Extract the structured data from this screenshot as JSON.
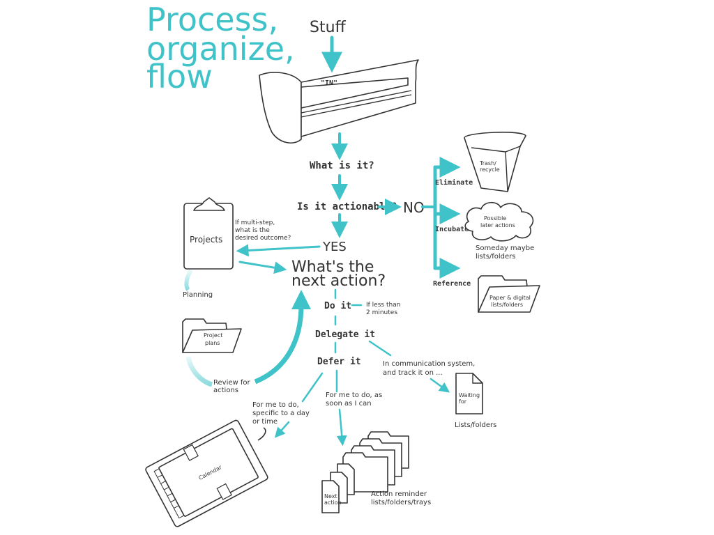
{
  "title": {
    "line1": "Process,",
    "line2": "organize,",
    "line3": "flow"
  },
  "colors": {
    "accent": "#3fc3c9",
    "ink": "#333333"
  },
  "stuff": "Stuff",
  "in_tray": "\"IN\"",
  "what_is_it": "What is it?",
  "is_actionable": "Is it actionable?",
  "no": "NO",
  "yes": "YES",
  "no_branch": {
    "eliminate": "Eliminate",
    "trash_line1": "Trash/",
    "trash_line2": "recycle",
    "incubate": "Incubate",
    "cloud_line1": "Possible",
    "cloud_line2": "later actions",
    "someday_line1": "Someday maybe",
    "someday_line2": "lists/folders",
    "reference": "Reference",
    "ref_line1": "Paper & digital",
    "ref_line2": "lists/folders"
  },
  "projects": {
    "label": "Projects",
    "multi_line1": "If multi-step,",
    "multi_line2": "what is the",
    "multi_line3": "desired outcome?",
    "planning": "Planning",
    "plans_line1": "Project",
    "plans_line2": "plans",
    "review_line1": "Review for",
    "review_line2": "actions"
  },
  "next_action": {
    "line1": "What's the",
    "line2": "next action?"
  },
  "do_it": "Do it",
  "do_note_line1": "If less than",
  "do_note_line2": "2 minutes",
  "delegate_it": "Delegate it",
  "delegate_note_line1": "In communication system,",
  "delegate_note_line2": "and track it on ...",
  "waiting_line1": "Waiting",
  "waiting_line2": "for",
  "lists_folders": "Lists/folders",
  "defer_it": "Defer it",
  "defer_day_line1": "For me to do,",
  "defer_day_line2": "specific to a day",
  "defer_day_line3": "or time",
  "calendar": "Calendar",
  "defer_soon_line1": "For me to do, as",
  "defer_soon_line2": "soon as I can",
  "next_doc_line1": "Next",
  "next_doc_line2": "action",
  "reminder_line1": "Action reminder",
  "reminder_line2": "lists/folders/trays"
}
